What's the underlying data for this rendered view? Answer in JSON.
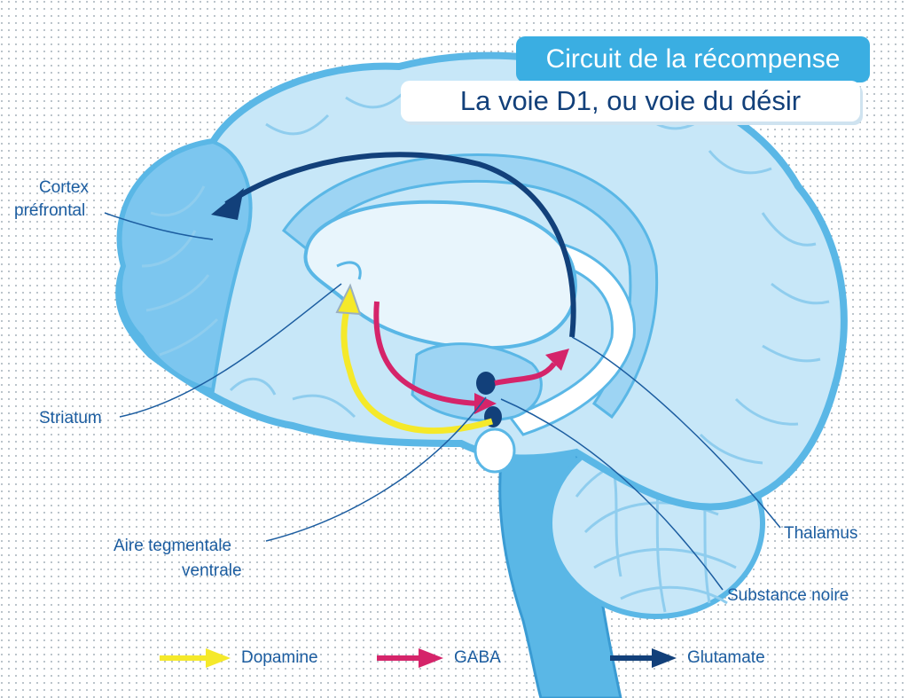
{
  "title": {
    "main": "Circuit de la récompense",
    "sub": "La voie D1, ou voie du désir"
  },
  "labels": {
    "cortex_line1": "Cortex",
    "cortex_line2": "préfrontal",
    "striatum": "Striatum",
    "vta_line1": "Aire tegmentale",
    "vta_line2": "ventrale",
    "thalamus": "Thalamus",
    "substantia": "Substance noire"
  },
  "legend": [
    {
      "label": "Dopamine",
      "color": "#f5e92a"
    },
    {
      "label": "GABA",
      "color": "#d5246a"
    },
    {
      "label": "Glutamate",
      "color": "#12407a"
    }
  ],
  "colors": {
    "brain_light": "#c7e7f8",
    "brain_mid": "#9dd4f3",
    "brain_deep": "#5ab7e6",
    "outline": "#1c5da0",
    "background_dots": "#7a8a95"
  }
}
